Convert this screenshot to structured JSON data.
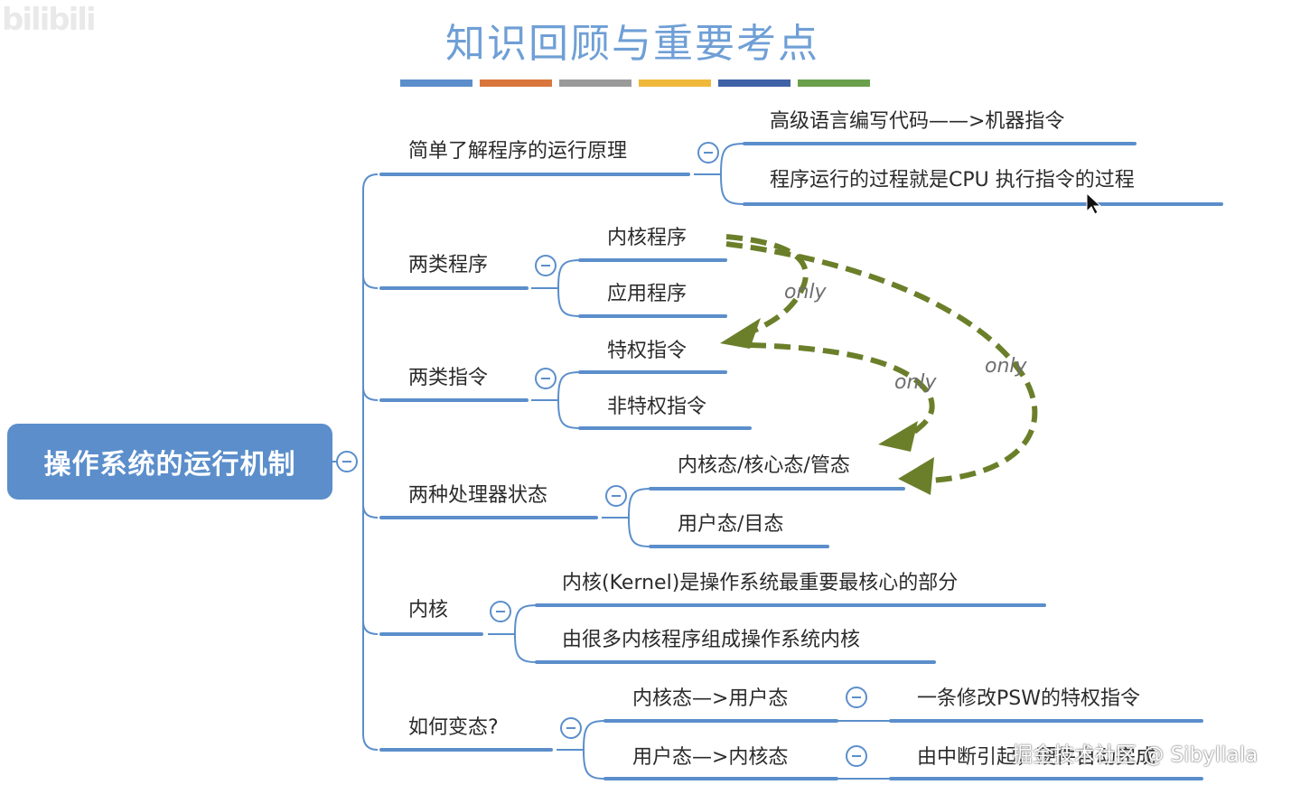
{
  "watermark_top_left": "bilibili",
  "title": "知识回顾与重要考点",
  "title_bar_colors": [
    "#5b8ecb",
    "#d9763d",
    "#9a9a9a",
    "#efb83a",
    "#3f62a6",
    "#6aa04b"
  ],
  "colors": {
    "root_fill": "#5b8ecb",
    "underline": "#5b8ecb",
    "connector": "#5b8ecb",
    "arrow": "#6b7f2a",
    "collapse_icon": "#5b8ecb"
  },
  "root": {
    "label": "操作系统的运行机制",
    "collapse_icon": "minus-circle-icon"
  },
  "branches": [
    {
      "label": "简单了解程序的运行原理",
      "children": [
        {
          "label": "高级语言编写代码——>机器指令"
        },
        {
          "label": "程序运行的过程就是CPU 执行指令的过程"
        }
      ]
    },
    {
      "label": "两类程序",
      "children": [
        {
          "label": "内核程序"
        },
        {
          "label": "应用程序"
        }
      ]
    },
    {
      "label": "两类指令",
      "children": [
        {
          "label": "特权指令"
        },
        {
          "label": "非特权指令"
        }
      ]
    },
    {
      "label": "两种处理器状态",
      "children": [
        {
          "label": "内核态/核心态/管态"
        },
        {
          "label": "用户态/目态"
        }
      ]
    },
    {
      "label": "内核",
      "children": [
        {
          "label": "内核(Kernel)是操作系统最重要最核心的部分"
        },
        {
          "label": "由很多内核程序组成操作系统内核"
        }
      ]
    },
    {
      "label": "如何变态?",
      "children": [
        {
          "label": "内核态—>用户态",
          "children": [
            {
              "label": "一条修改PSW的特权指令"
            }
          ]
        },
        {
          "label": "用户态—>内核态",
          "children": [
            {
              "label": "由中断引起，硬件自动完成"
            }
          ]
        }
      ]
    }
  ],
  "annotations": [
    {
      "text": "only",
      "from": "内核程序",
      "to": "特权指令"
    },
    {
      "text": "only",
      "from": "特权指令",
      "to": "内核态/核心态/管态"
    },
    {
      "text": "only",
      "from": "内核程序",
      "to": "内核态/核心态/管态"
    }
  ],
  "watermark_bottom_right": "掘金技术社区 @ Sibyllala"
}
